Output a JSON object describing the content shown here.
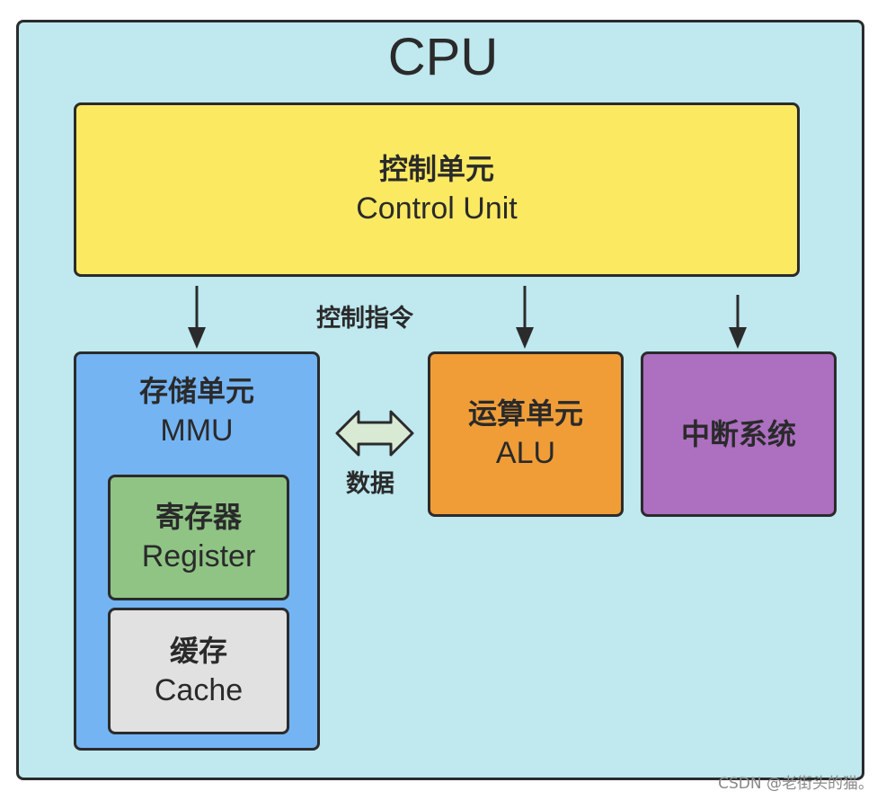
{
  "cpu": {
    "title": "CPU"
  },
  "control_unit": {
    "zh": "控制单元",
    "en": "Control Unit"
  },
  "control_instruction_label": "控制指令",
  "mmu": {
    "zh": "存储单元",
    "en": "MMU"
  },
  "register": {
    "zh": "寄存器",
    "en": "Register"
  },
  "cache": {
    "zh": "缓存",
    "en": "Cache"
  },
  "alu": {
    "zh": "运算单元",
    "en": "ALU"
  },
  "interrupt": {
    "zh": "中断系统"
  },
  "data_label": "数据",
  "watermark": "CSDN @老街头的猫。",
  "colors": {
    "cpu_bg": "#bfe8ef",
    "control_unit_bg": "#fbe962",
    "mmu_bg": "#74b4f3",
    "register_bg": "#8fc485",
    "cache_bg": "#e1e1e1",
    "alu_bg": "#f09d38",
    "interrupt_bg": "#ad6fc0",
    "data_arrow_fill": "#d8ead4"
  }
}
